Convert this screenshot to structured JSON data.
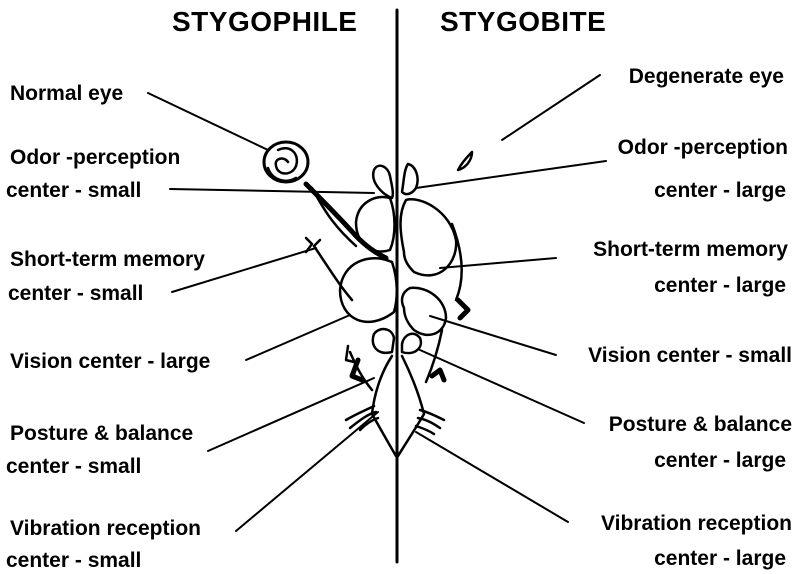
{
  "headers": {
    "left": "STYGOPHILE",
    "right": "STYGOBITE"
  },
  "left_labels": [
    {
      "line1": "Normal eye",
      "line2": ""
    },
    {
      "line1": "Odor -perception",
      "line2": "center - small"
    },
    {
      "line1": "Short-term memory",
      "line2": "center - small"
    },
    {
      "line1": "Vision center - large",
      "line2": ""
    },
    {
      "line1": "Posture & balance",
      "line2": "center - small"
    },
    {
      "line1": "Vibration reception",
      "line2": "center - small"
    }
  ],
  "right_labels": [
    {
      "line1": "Degenerate eye",
      "line2": ""
    },
    {
      "line1": "Odor -perception",
      "line2": "center - large"
    },
    {
      "line1": "Short-term memory",
      "line2": "center - large"
    },
    {
      "line1": "Vision center - small",
      "line2": ""
    },
    {
      "line1": "Posture & balance",
      "line2": "center - large"
    },
    {
      "line1": "Vibration reception",
      "line2": "center - large"
    }
  ]
}
